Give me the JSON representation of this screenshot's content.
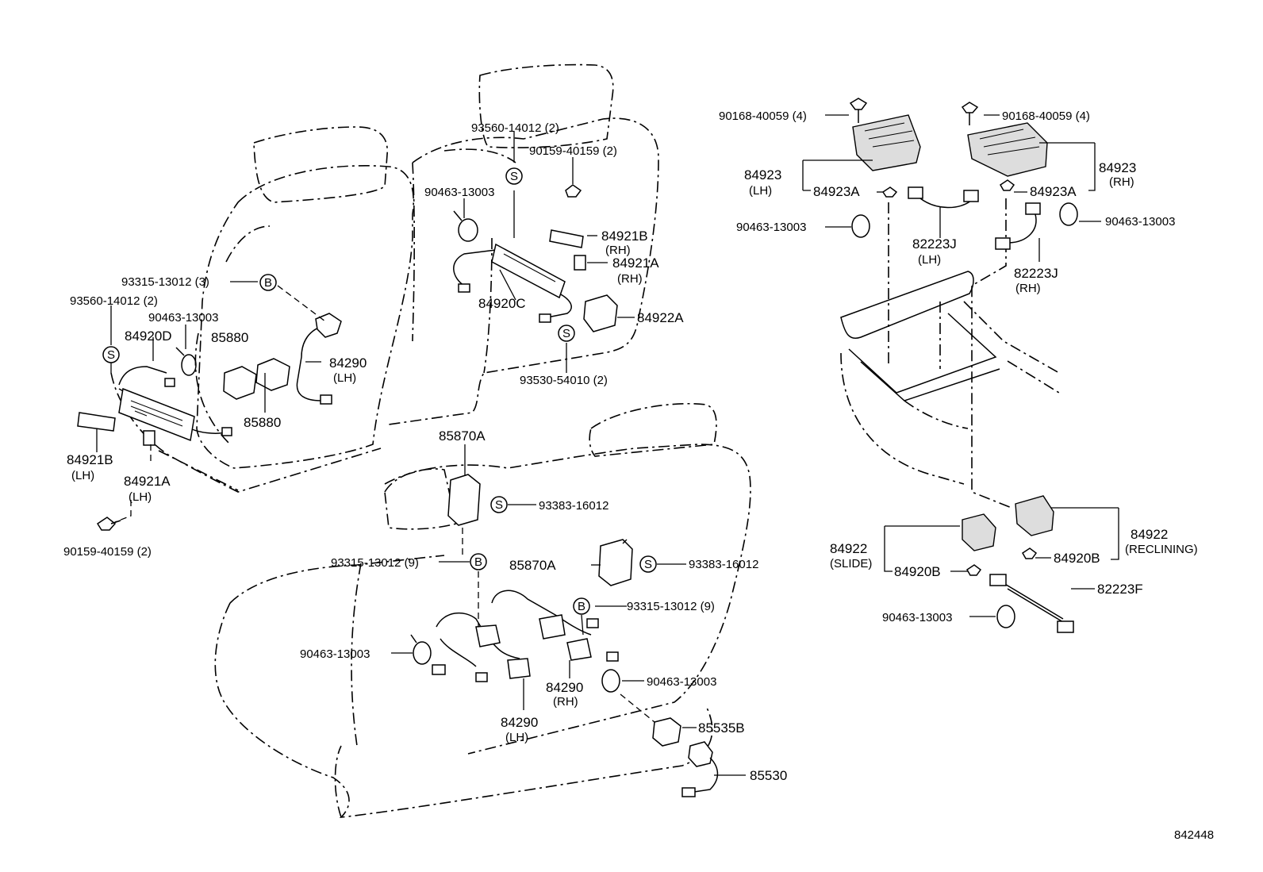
{
  "diagram_id": "842448",
  "labels": {
    "l01": "93560-14012 (2)",
    "l02": "90159-40159 (2)",
    "l03": "90463-13003",
    "l04": "84921B",
    "l05": "(RH)",
    "l06": "84921A",
    "l07": "(RH)",
    "l08": "84920C",
    "l09": "84922A",
    "l10": "93530-54010 (2)",
    "l11": "93315-13012 (3)",
    "l12": "93560-14012 (2)",
    "l13": "90463-13003",
    "l14": "84920D",
    "l15": "85880",
    "l16": "84290",
    "l17": "(LH)",
    "l18": "85880",
    "l19": "84921B",
    "l20": "(LH)",
    "l21": "84921A",
    "l22": "(LH)",
    "l23": "90159-40159 (2)",
    "l24": "85870A",
    "l25": "93383-16012",
    "l26": "93315-13012 (9)",
    "l27": "85870A",
    "l28": "93383-16012",
    "l29": "93315-13012 (9)",
    "l30": "90463-13003",
    "l31": "84290",
    "l32": "(RH)",
    "l33": "90463-13003",
    "l34": "84290",
    "l35": "(LH)",
    "l36": "85535B",
    "l37": "85530",
    "l38": "90168-40059 (4)",
    "l39": "90168-40059 (4)",
    "l40": "84923",
    "l41": "(LH)",
    "l42": "84923A",
    "l43": "84923A",
    "l44": "84923",
    "l45": "(RH)",
    "l46": "90463-13003",
    "l47": "90463-13003",
    "l48": "82223J",
    "l49": "(LH)",
    "l50": "82223J",
    "l51": "(RH)",
    "l52": "84922",
    "l53": "(RECLINING)",
    "l54": "84920B",
    "l55": "84922",
    "l56": "(SLIDE)",
    "l57": "84920B",
    "l58": "82223F",
    "l59": "90463-13003"
  },
  "markers": {
    "s": "S",
    "b": "B"
  }
}
